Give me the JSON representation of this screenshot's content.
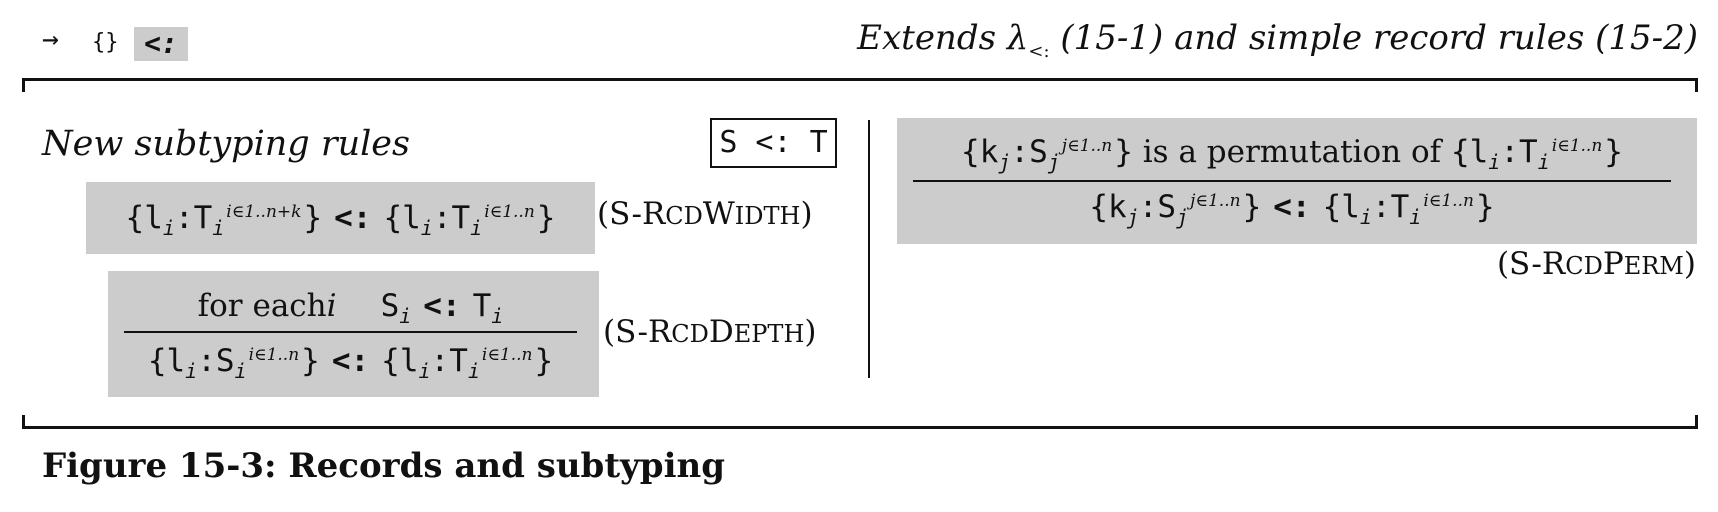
{
  "header": {
    "arrow": "→",
    "braces": "{}",
    "subtype_badge": "<:",
    "extends_prefix": "Extends λ",
    "extends_sub": "<:",
    "extends_suffix": " (15-1) and simple record rules (15-2)"
  },
  "left": {
    "section_title": "New subtyping rules",
    "judgment_box": "S <: T",
    "rcd_width": {
      "lhs_open": "{l",
      "lhs_idx": "i",
      "lhs_colon": ":T",
      "lhs_tidx": "i",
      "lhs_range": "i∈1..n+k",
      "lhs_close": "}",
      "rel": "<:",
      "rhs_open": "{l",
      "rhs_idx": "i",
      "rhs_colon": ":T",
      "rhs_tidx": "i",
      "rhs_range": "i∈1..n",
      "rhs_close": "}",
      "name_open": "(S-R",
      "name_sc1": "CD",
      "name_w": "W",
      "name_sc2": "IDTH",
      "name_close": ")"
    },
    "rcd_depth": {
      "prem_text": "for each ",
      "prem_var": "i",
      "prem_s": "S",
      "prem_s_idx": "i",
      "prem_rel": "<:",
      "prem_t": "T",
      "prem_t_idx": "i",
      "concl_lhs_open": "{l",
      "concl_lhs_idx": "i",
      "concl_lhs_colon": ":S",
      "concl_lhs_sidx": "i",
      "concl_lhs_range": "i∈1..n",
      "concl_lhs_close": "}",
      "concl_rel": "<:",
      "concl_rhs_open": "{l",
      "concl_rhs_idx": "i",
      "concl_rhs_colon": ":T",
      "concl_rhs_tidx": "i",
      "concl_rhs_range": "i∈1..n",
      "concl_rhs_close": "}",
      "name_open": "(S-R",
      "name_sc1": "CD",
      "name_d": "D",
      "name_sc2": "EPTH",
      "name_close": ")"
    }
  },
  "right": {
    "rcd_perm": {
      "prem_k_open": "{k",
      "prem_k_idx": "j",
      "prem_k_colon": ":S",
      "prem_k_sidx": "j",
      "prem_k_range": "j∈1..n",
      "prem_k_close": "}",
      "prem_text": " is a permutation of ",
      "prem_l_open": "{l",
      "prem_l_idx": "i",
      "prem_l_colon": ":T",
      "prem_l_tidx": "i",
      "prem_l_range": "i∈1..n",
      "prem_l_close": "}",
      "concl_k_open": "{k",
      "concl_k_idx": "j",
      "concl_k_colon": ":S",
      "concl_k_sidx": "j",
      "concl_k_range": "j∈1..n",
      "concl_k_close": "}",
      "concl_rel": "<:",
      "concl_l_open": "{l",
      "concl_l_idx": "i",
      "concl_l_colon": ":T",
      "concl_l_tidx": "i",
      "concl_l_range": "i∈1..n",
      "concl_l_close": "}",
      "name_open": "(S-R",
      "name_sc1": "CD",
      "name_p": "P",
      "name_sc2": "ERM",
      "name_close": ")"
    }
  },
  "caption": "Figure 15-3: Records and subtyping"
}
